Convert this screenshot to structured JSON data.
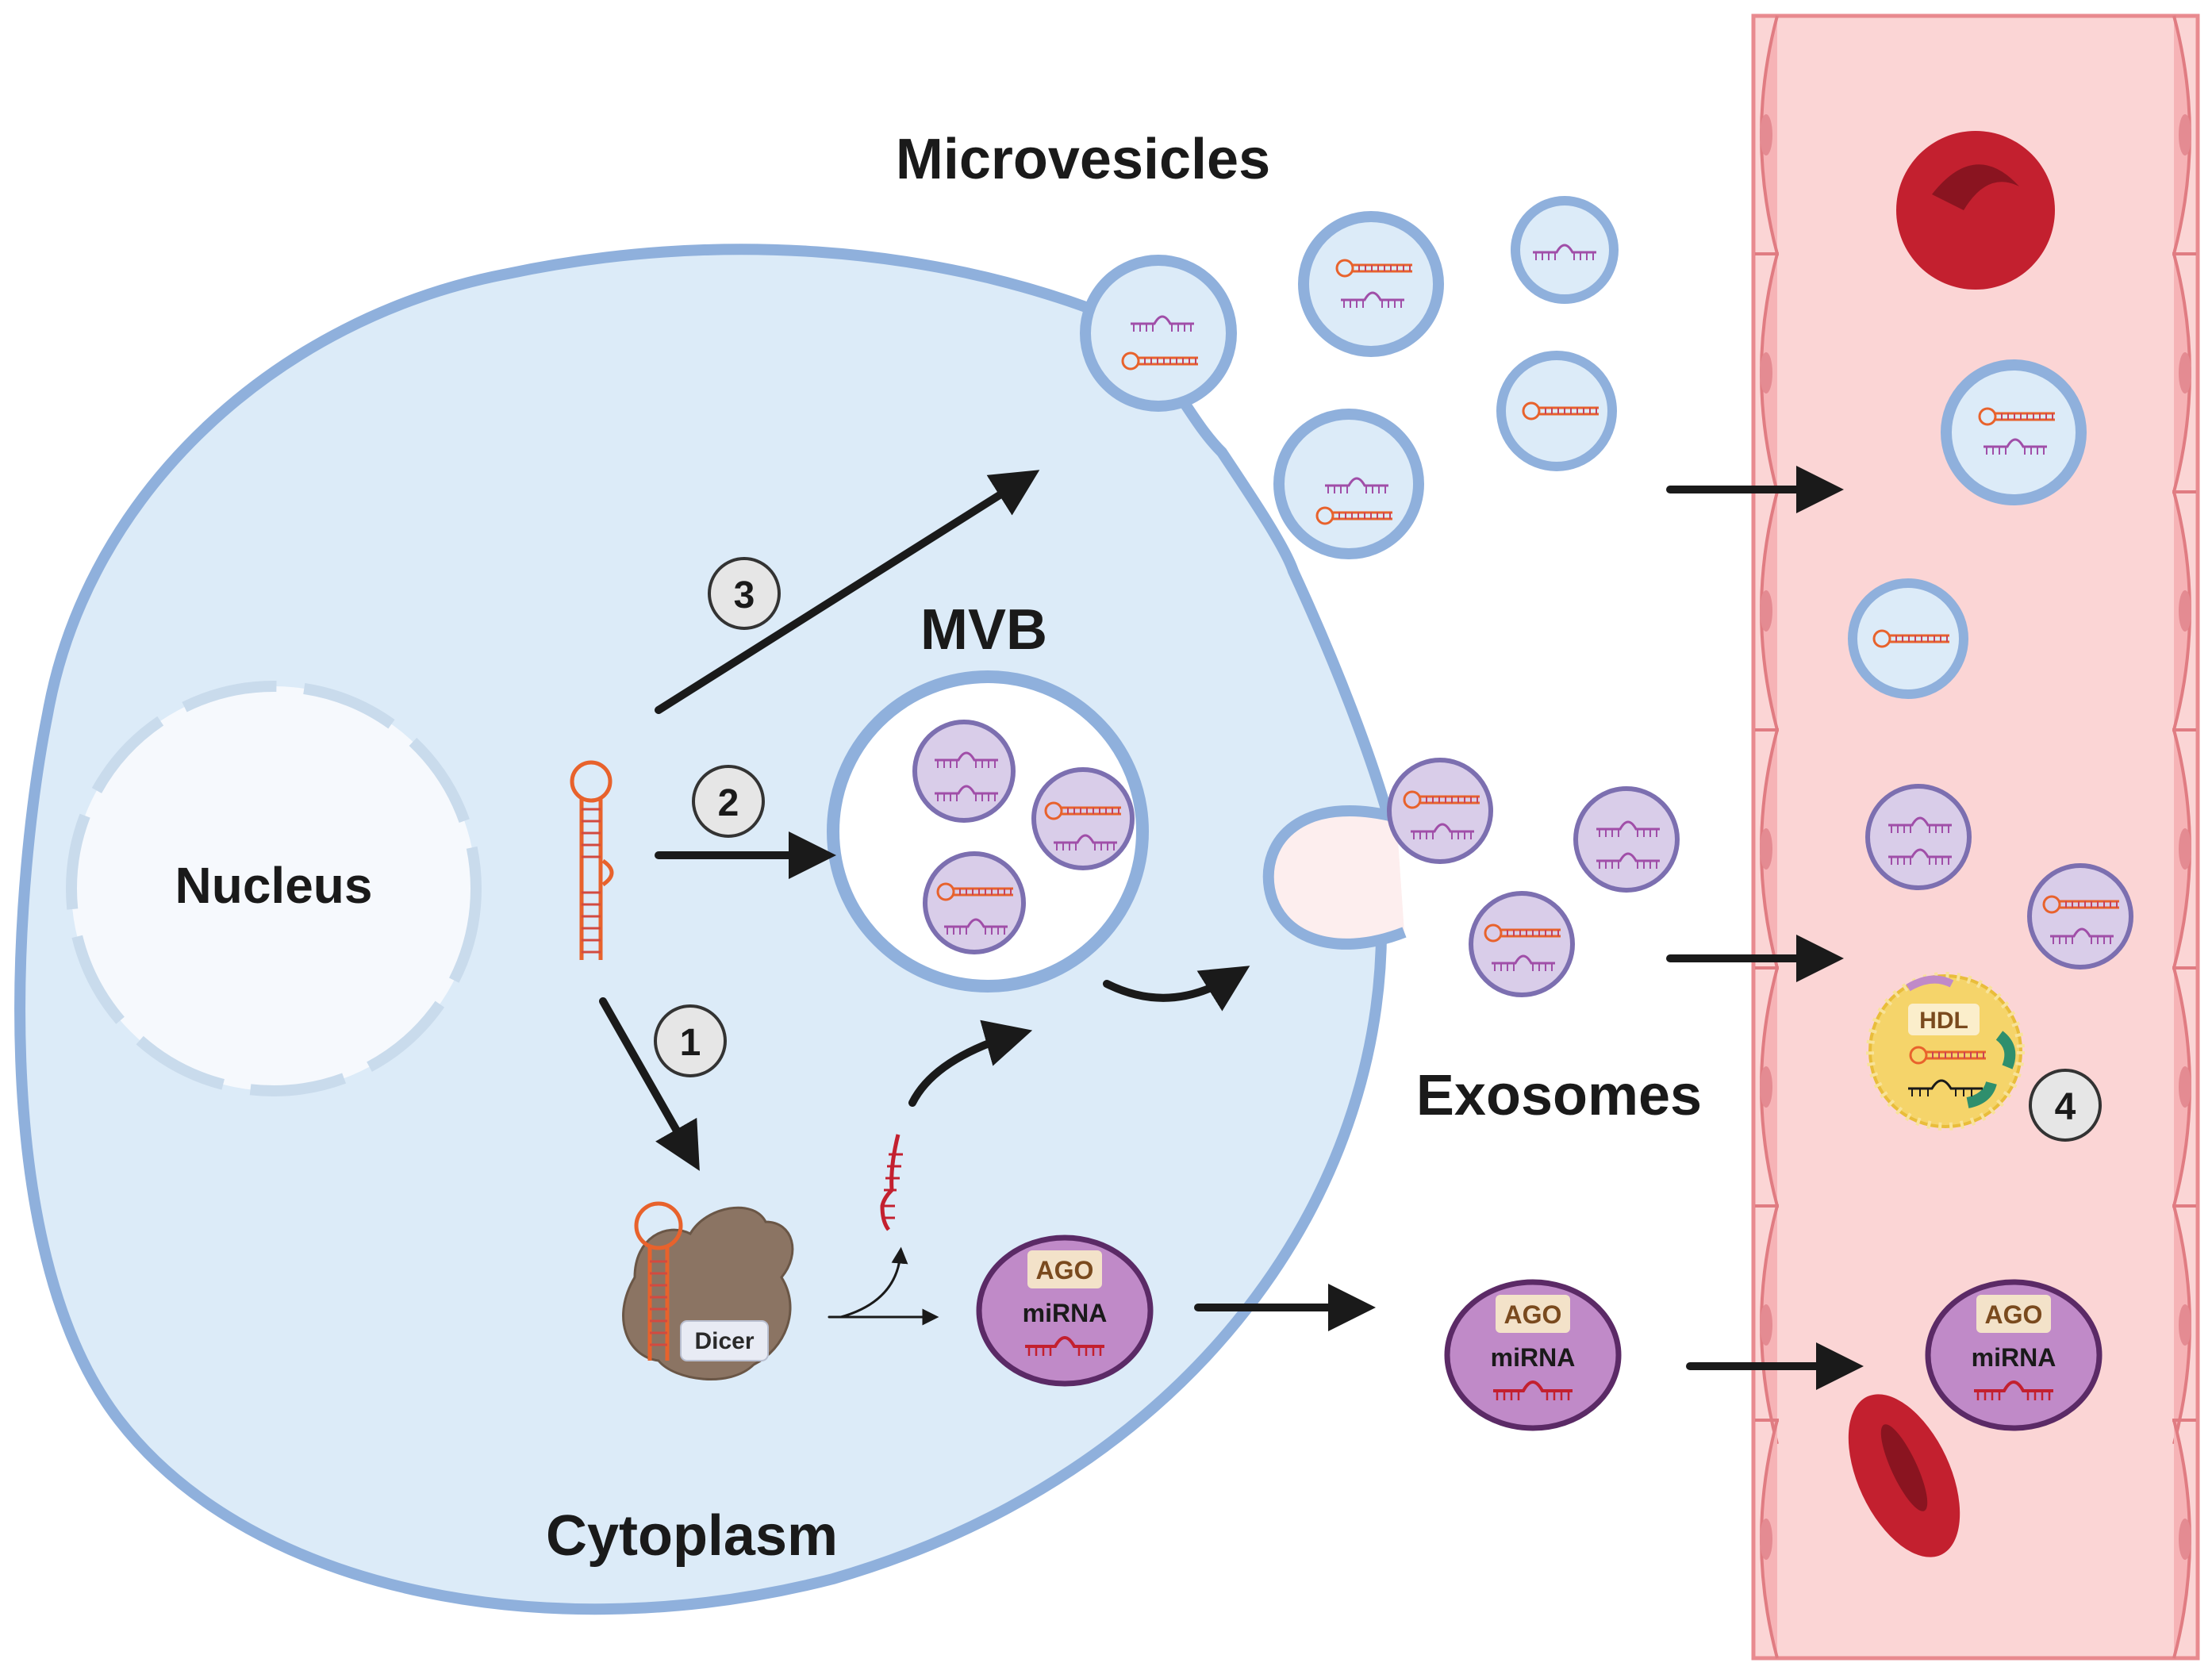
{
  "labels": {
    "nucleus": "Nucleus",
    "cytoplasm": "Cytoplasm",
    "mvb": "MVB",
    "microvesicles": "Microvesicles",
    "exosomes": "Exosomes",
    "dicer": "Dicer",
    "hdl": "HDL",
    "ago": "AGO",
    "mirna": "miRNA"
  },
  "steps": [
    "1",
    "2",
    "3",
    "4"
  ],
  "colors": {
    "cell_fill": "#dcebf8",
    "membrane": "#8fb0dc",
    "vessel_fill": "#fbd5d5",
    "vessel_wall": "#e88a8f",
    "exosome_fill": "#d9cde9",
    "exosome_ring": "#7c6fb0",
    "ago_complex": "#c08ac8",
    "rbc": "#c3202f",
    "hdl": "#f5d46a",
    "rna_orange": "#e8622c",
    "rna_purple": "#a04ea8",
    "arrow": "#1a1a1a"
  }
}
